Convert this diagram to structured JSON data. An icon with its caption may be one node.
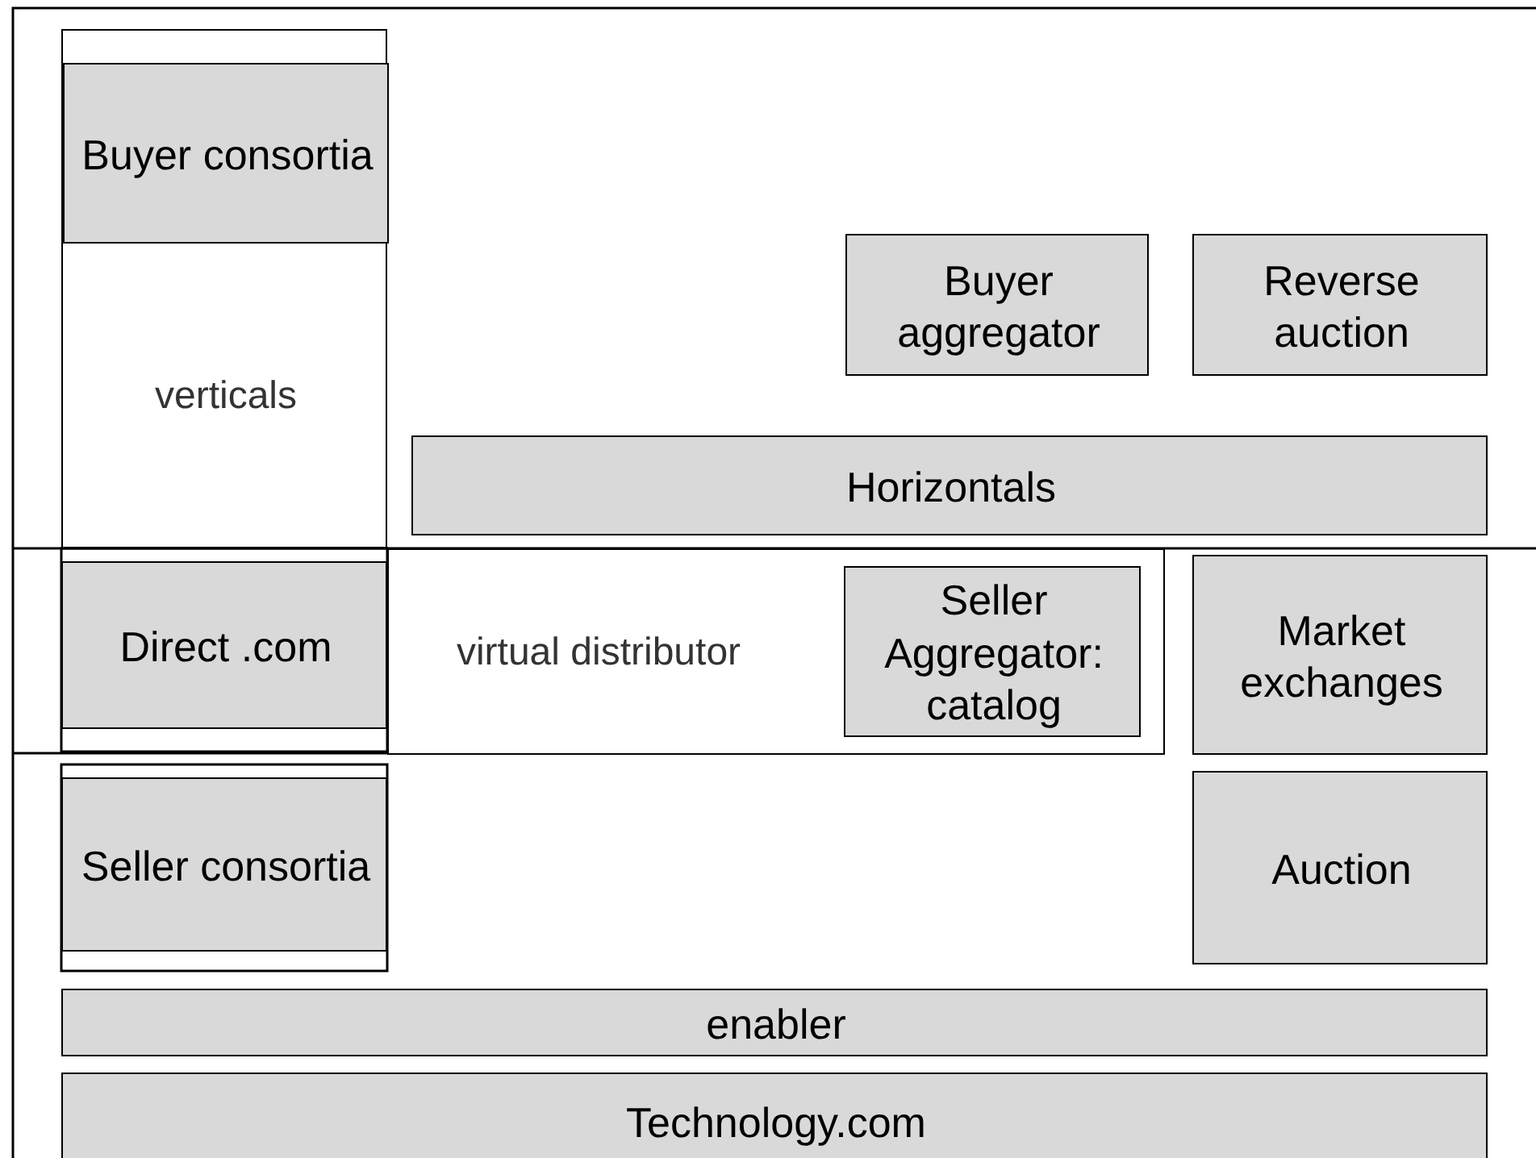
{
  "diagram": {
    "nodes": [
      {
        "text": [
          "verticals"
        ]
      },
      {
        "text": [
          "Buyer consortia"
        ],
        "in": 0
      },
      {
        "text": [
          "Buyer aggregator"
        ]
      },
      {
        "text": [
          "Reverse auction"
        ]
      },
      {
        "text": [
          "Horizontals"
        ]
      },
      {
        "text": [
          "Direct .com"
        ]
      },
      {
        "text": [
          "virtual distributor"
        ]
      },
      {
        "text": [
          "Seller Aggregator: catalog"
        ],
        "in": 6
      },
      {
        "text": [
          "Market exchanges"
        ]
      },
      {
        "text": [
          "Seller consortia"
        ]
      },
      {
        "text": [
          "Auction"
        ]
      },
      {
        "text": [
          "enabler"
        ]
      },
      {
        "text": [
          "Technology.com"
        ]
      }
    ]
  }
}
